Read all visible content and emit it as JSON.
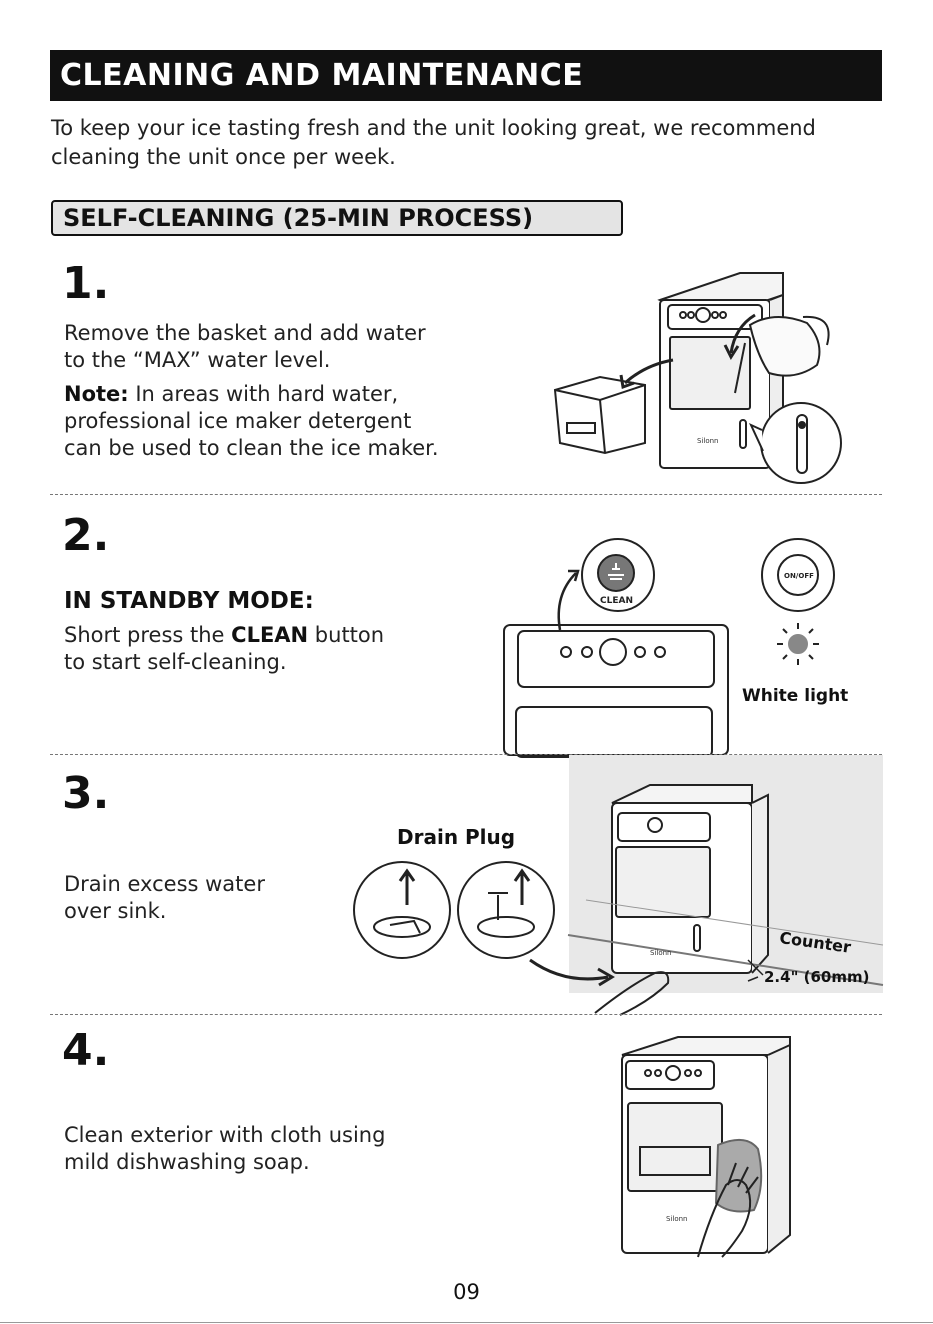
{
  "header": {
    "title": "CLEANING AND MAINTENANCE"
  },
  "intro": {
    "text": "To keep your ice tasting fresh and the unit looking great, we recommend cleaning the unit once per week."
  },
  "section": {
    "title": "SELF-CLEANING (25-MIN PROCESS)"
  },
  "steps": [
    {
      "number": "1.",
      "line1": "Remove the basket and add water",
      "line2": "to the “MAX” water level.",
      "note_label": "Note:",
      "note_1": " In areas with hard water,",
      "note_2": "professional ice maker detergent",
      "note_3": "can be used to clean the ice maker."
    },
    {
      "number": "2.",
      "heading": "IN STANDBY MODE:",
      "line1_a": "Short press the ",
      "line1_b": "CLEAN",
      "line1_c": " button",
      "line2": "to start self-cleaning."
    },
    {
      "number": "3.",
      "line1": "Drain excess water",
      "line2": "over sink."
    },
    {
      "number": "4.",
      "line1": "Clean exterior with cloth using",
      "line2": "mild dishwashing soap."
    }
  ],
  "illustrations": {
    "brand": "Silonn",
    "clean_button": "CLEAN",
    "on_off_button": "ON/OFF",
    "white_light": "White light",
    "drain_plug": "Drain Plug",
    "counter": "Counter",
    "height_measure": "2.4\" (60mm)"
  },
  "footer": {
    "page_number": "09"
  }
}
